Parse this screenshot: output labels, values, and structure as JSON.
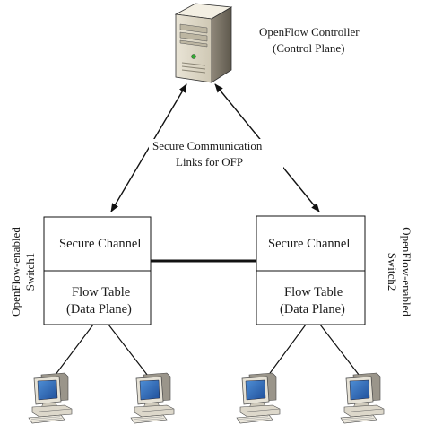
{
  "controller": {
    "title_line1": "OpenFlow Controller",
    "title_line2": "(Control Plane)",
    "icon": "server-tower-icon"
  },
  "links": {
    "label_line1": "Secure  Communication",
    "label_line2": "Links for OFP"
  },
  "switch1": {
    "side_line1": "OpenFlow-enabled",
    "side_line2": "Switch1",
    "channel_label": "Secure Channel",
    "table_line1": "Flow Table",
    "table_line2": "(Data Plane)"
  },
  "switch2": {
    "side_line1": "OpenFlow-enabled",
    "side_line2": "Switch2",
    "channel_label": "Secure Channel",
    "table_line1": "Flow Table",
    "table_line2": "(Data Plane)"
  },
  "hosts": [
    {
      "icon": "desktop-computer-icon"
    },
    {
      "icon": "desktop-computer-icon"
    },
    {
      "icon": "desktop-computer-icon"
    },
    {
      "icon": "desktop-computer-icon"
    }
  ]
}
